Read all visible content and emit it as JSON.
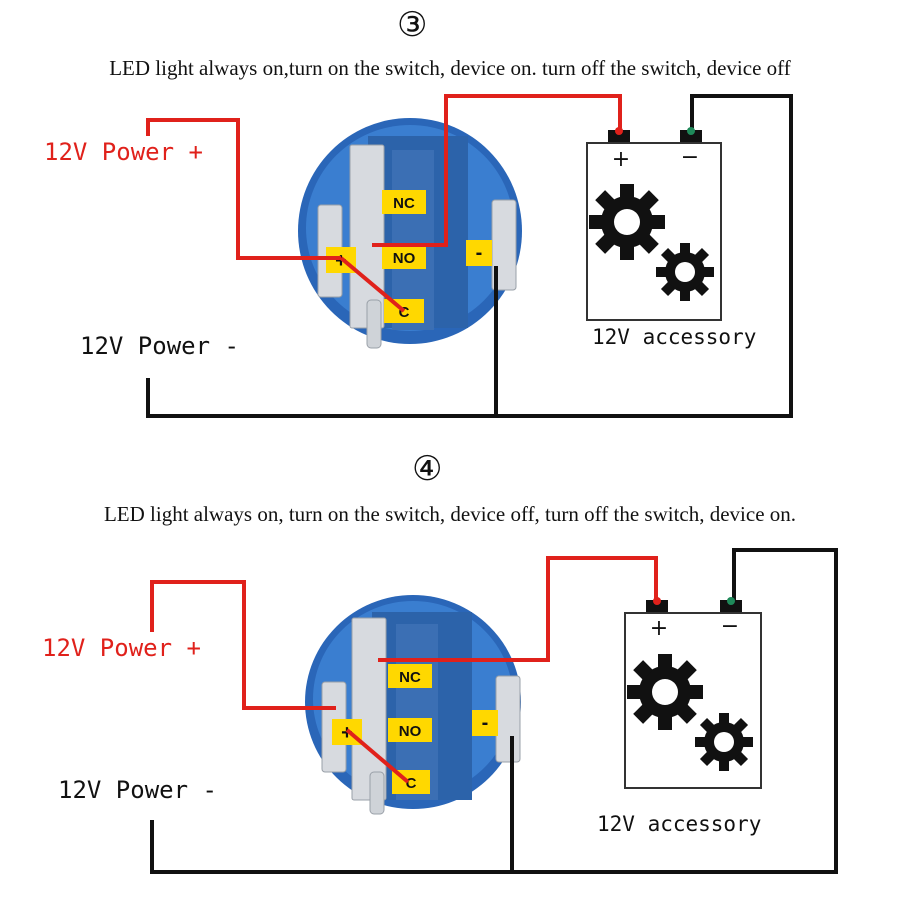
{
  "panels": [
    {
      "number": "③",
      "caption": "LED light always on,turn on the switch, device on. turn off the switch, device off",
      "power_plus": "12V Power +",
      "power_minus": "12V Power -",
      "accessory_label": "12V accessory",
      "pins": {
        "nc": "NC",
        "no": "NO",
        "c": "C",
        "plus": "+",
        "minus": "-"
      },
      "terminals": {
        "plus": "+",
        "minus": "−"
      },
      "wire_colors": {
        "positive": "#e0211b",
        "negative": "#111111"
      }
    },
    {
      "number": "④",
      "caption": "LED light always on, turn on the switch, device off, turn off the switch, device on.",
      "power_plus": "12V Power +",
      "power_minus": "12V Power -",
      "accessory_label": "12V accessory",
      "pins": {
        "nc": "NC",
        "no": "NO",
        "c": "C",
        "plus": "+",
        "minus": "-"
      },
      "terminals": {
        "plus": "+",
        "minus": "−"
      },
      "wire_colors": {
        "positive": "#e0211b",
        "negative": "#111111"
      }
    }
  ],
  "colors": {
    "switch_body": "#2f6fc4",
    "switch_body_dark": "#1e4f9a",
    "switch_plate": "#3a78c8",
    "pin_metal": "#cfd3d8",
    "pin_label_bg": "#ffd800",
    "terminal_red": "#e0211b",
    "terminal_green": "#1f8a5a",
    "gear": "#111111"
  }
}
